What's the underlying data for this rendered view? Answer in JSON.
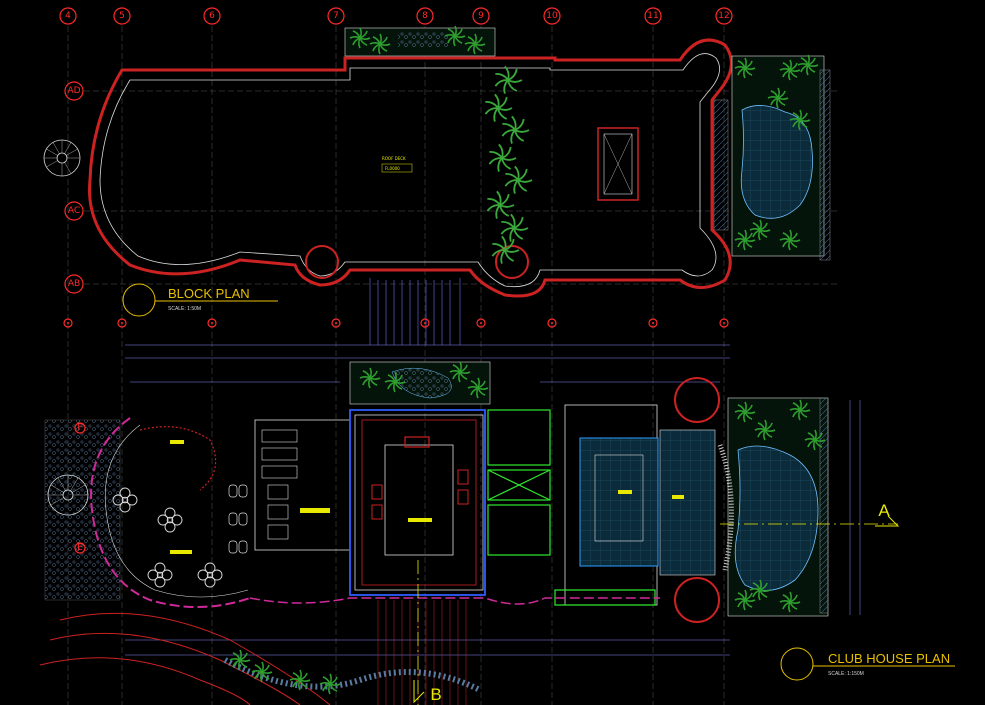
{
  "grid_top": [
    "4",
    "5",
    "6",
    "7",
    "8",
    "9",
    "10",
    "11",
    "12"
  ],
  "grid_left_block": [
    "AD",
    "AC",
    "AB"
  ],
  "grid_left_club": [
    "F",
    "E"
  ],
  "block_plan": {
    "title": "BLOCK PLAN",
    "scale": "SCALE: 1:50M",
    "room_label": "ROOF DECK",
    "room_tag": "FL0000"
  },
  "club_house_plan": {
    "title": "CLUB HOUSE PLAN",
    "scale": "SCALE: 1:150M"
  },
  "section_markers": {
    "a": "A",
    "b": "B"
  },
  "colors": {
    "background": "#000000",
    "wall": "#cc2222",
    "grid": "#ff2a2a",
    "vegetation": "#2e9e2e",
    "water": "#1e4a6e",
    "dimension": "#8a8aff",
    "text": "#e8c000"
  }
}
